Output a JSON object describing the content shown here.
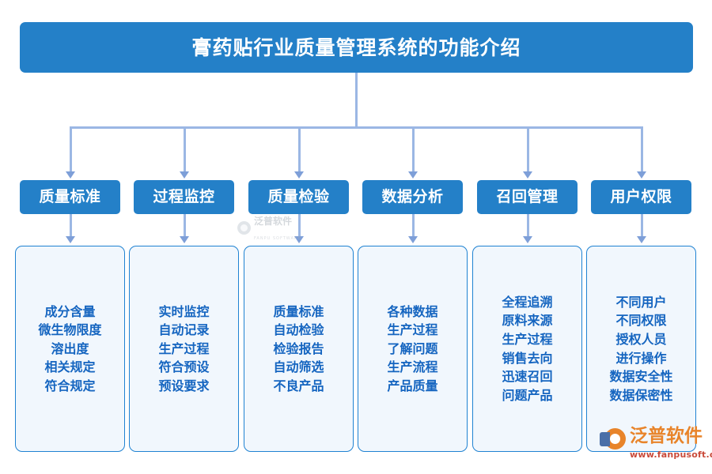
{
  "title": {
    "text": "膏药贴行业质量管理系统的功能介绍"
  },
  "colors": {
    "header_blue": "#2480c8",
    "connector_blue": "#9bb7e4",
    "body_fill": "#f1f7fd",
    "body_border": "#1f82d2",
    "body_text": "#1565c0",
    "brand_orange": "#e8842a",
    "url_red": "#c94a3a"
  },
  "columns": [
    {
      "header": "质量标准",
      "items": [
        "成分含量",
        "微生物限度",
        "溶出度",
        "相关规定",
        "符合规定"
      ]
    },
    {
      "header": "过程监控",
      "items": [
        "实时监控",
        "自动记录",
        "生产过程",
        "符合预设",
        "预设要求"
      ]
    },
    {
      "header": "质量检验",
      "items": [
        "质量标准",
        "自动检验",
        "检验报告",
        "自动筛选",
        "不良产品"
      ]
    },
    {
      "header": "数据分析",
      "items": [
        "各种数据",
        "生产过程",
        "了解问题",
        "生产流程",
        "产品质量"
      ]
    },
    {
      "header": "召回管理",
      "items": [
        "全程追溯",
        "原料来源",
        "生产过程",
        "销售去向",
        "迅速召回",
        "问题产品"
      ]
    },
    {
      "header": "用户权限",
      "items": [
        "不同用户",
        "不同权限",
        "授权人员",
        "进行操作",
        "数据安全性",
        "数据保密性"
      ]
    }
  ],
  "watermark_center": {
    "brand": "泛普软件",
    "sub": "FANPU SOFTWARE"
  },
  "watermark_bottom_right": {
    "brand": "泛普软件",
    "url": "www.fanpusoft.com"
  }
}
